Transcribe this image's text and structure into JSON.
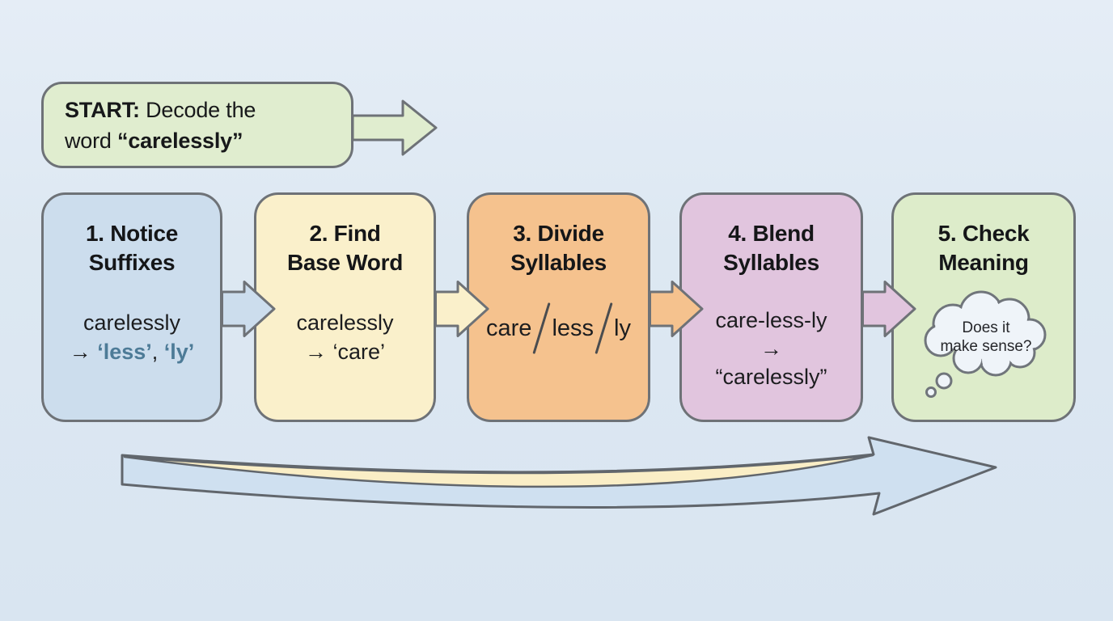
{
  "title": "Decoding flowchart for the word carelessly",
  "colors": {
    "background": "#dde8f2",
    "border_gray": "#6e7277",
    "text_dark": "#1c1d1f",
    "accent_blue": "#4d7b97",
    "start_fill": "#e0edcf",
    "step1_fill": "#ccdded",
    "step2_fill": "#faf0cb",
    "step3_fill": "#f5c28e",
    "step4_fill": "#e1c5de",
    "step5_fill": "#ddecca",
    "swoosh_blue": "#cfe0f0",
    "swoosh_cream": "#faeec6",
    "bubble_fill": "#eff4f9"
  },
  "start_banner": {
    "prefix": "START:",
    "line1_rest": " Decode the",
    "line2_plain": "word ",
    "line2_bold": "“carelessly”"
  },
  "steps": [
    {
      "title1": "1. Notice",
      "title2": "Suffixes",
      "body_line1": "carelessly",
      "arrow": "→ ",
      "suffix1": "‘less’",
      "separator": ", ",
      "suffix2": "‘ly’"
    },
    {
      "title1": "2. Find",
      "title2": "Base Word",
      "body_line1": "carelessly",
      "body_line2": "→ ‘care’"
    },
    {
      "title1": "3. Divide",
      "title2": "Syllables",
      "syllable1": "care",
      "syllable2": "less",
      "syllable3": "ly"
    },
    {
      "title1": "4. Blend",
      "title2": "Syllables",
      "body_line1": "care-less-ly",
      "body_line2": "→",
      "body_line3": "“carelessly”"
    },
    {
      "title1": "5. Check",
      "title2": "Meaning",
      "bubble_line1": "Does it",
      "bubble_line2": "make sense?"
    }
  ]
}
